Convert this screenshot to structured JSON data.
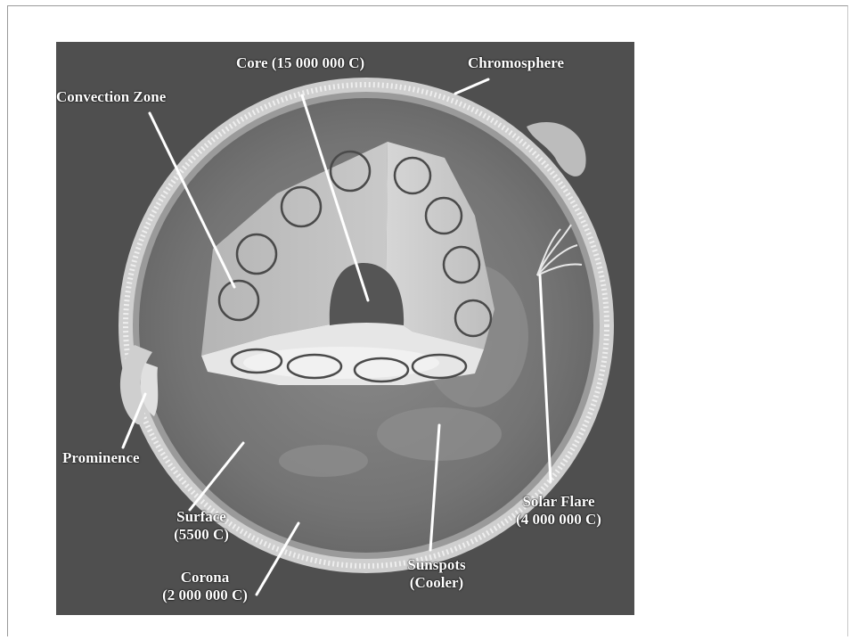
{
  "labels": {
    "core": "Core (15 000 000 C)",
    "chromosphere": "Chromosphere",
    "convection_zone": "Convection Zone",
    "prominence": "Prominence",
    "surface_line1": "Surface",
    "surface_line2": "(5500 C)",
    "corona_line1": "Corona",
    "corona_line2": "(2 000 000 C)",
    "sunspots_line1": "Sunspots",
    "sunspots_line2": "(Cooler)",
    "solar_flare_line1": "Solar Flare",
    "solar_flare_line2": "(4 000 000 C)"
  },
  "colors": {
    "background": "#4f4f4f",
    "corona_ring": "#d8d8d8",
    "surface": "#7a7a7a",
    "convection_light": "#c4c4c4",
    "core": "#555555",
    "label_text": "#ffffff"
  }
}
